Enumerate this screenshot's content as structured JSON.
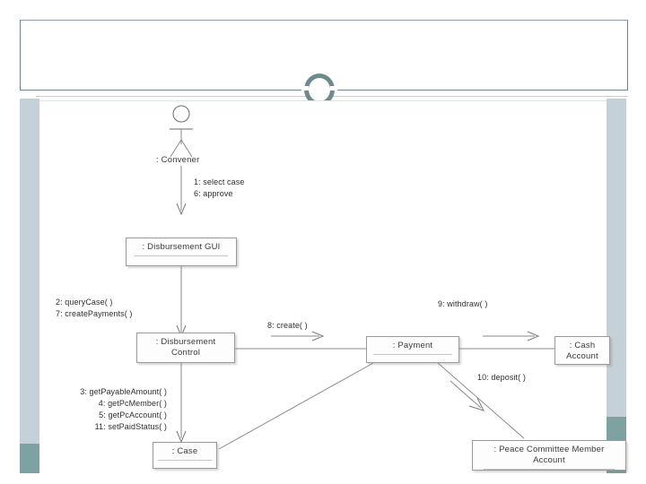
{
  "slide": {
    "decor": {
      "ring_color": "#6e8a8d",
      "bar_color": "#c6d0d7",
      "accent_color": "#7ea2a2",
      "frame_color": "#6e8288"
    }
  },
  "diagram": {
    "type": "uml-collaboration-diagram",
    "actor": {
      "name": "actor-convener",
      "label": ": Convener"
    },
    "objects": [
      {
        "name": "disbursement-gui",
        "label": ": Disbursement GUI"
      },
      {
        "name": "disbursement-control",
        "label": ": Disbursement\nControl"
      },
      {
        "name": "case",
        "label": ": Case"
      },
      {
        "name": "payment",
        "label": ": Payment"
      },
      {
        "name": "cash-account",
        "label": ": Cash\nAccount"
      },
      {
        "name": "pc-member-account",
        "label": ": Peace Committee Member\nAccount"
      }
    ],
    "messages": {
      "convener_to_gui": "1: select case\n6: approve",
      "gui_to_control": "2: queryCase( )\n7: createPayments( )",
      "control_to_case": "3: getPayableAmount( )\n  4: getPcMember( )\n  5: getPcAccount( )\n11: setPaidStatus( )",
      "control_to_payment": "8: create( )",
      "payment_to_cash": "9: withdraw( )",
      "payment_to_pc_account": "10: deposit( )"
    },
    "message_list": [
      "1: select case",
      "2: queryCase( )",
      "3: getPayableAmount( )",
      "4: getPcMember( )",
      "5: getPcAccount( )",
      "6: approve",
      "7: createPayments( )",
      "8: create( )",
      "9: withdraw( )",
      "10: deposit( )",
      "11: setPaidStatus( )"
    ]
  }
}
